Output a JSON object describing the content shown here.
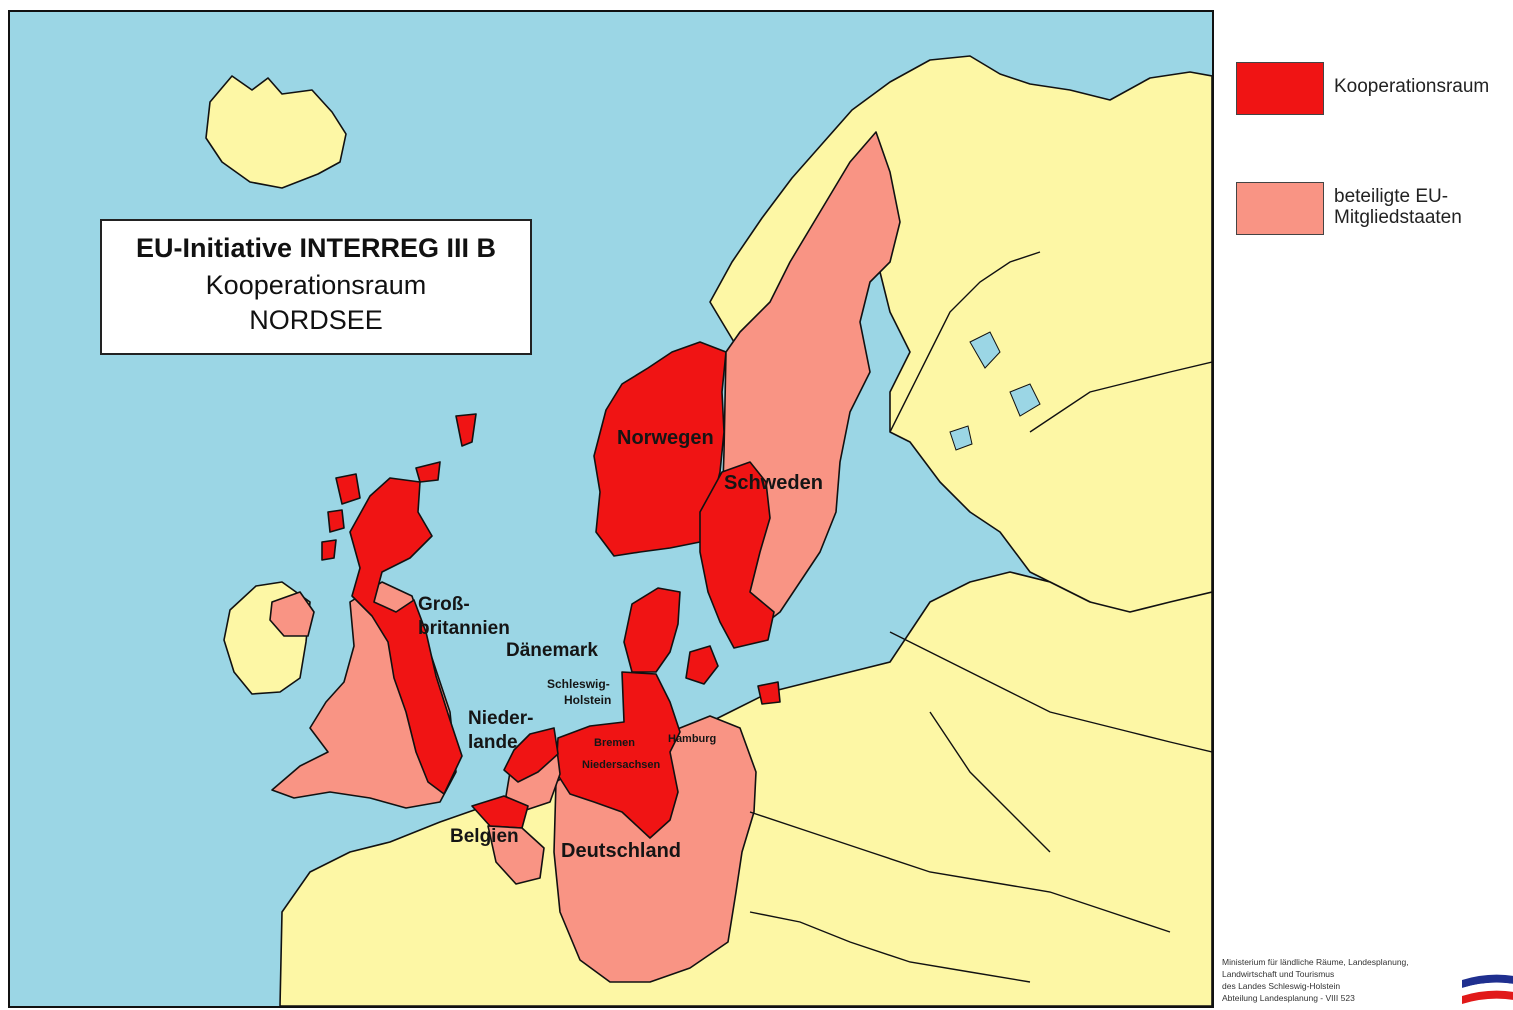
{
  "title_box": {
    "line1": "EU-Initiative INTERREG III B",
    "line2": "Kooperationsraum",
    "line3": "NORDSEE"
  },
  "legend": {
    "items": [
      {
        "label": "Kooperationsraum",
        "color": "#f01414"
      },
      {
        "label": "beteiligte EU-Mitgliedstaaten",
        "color": "#f99484"
      }
    ]
  },
  "colors": {
    "sea": "#9bd6e5",
    "other_land": "#fdf7a5",
    "cooperation_area": "#f01414",
    "member_states": "#f99484"
  },
  "map_labels": {
    "norwegen": "Norwegen",
    "schweden": "Schweden",
    "gross": "Groß-",
    "britannien": "britannien",
    "daenemark": "Dänemark",
    "schleswig": "Schleswig-",
    "holstein": "Holstein",
    "nieder": "Nieder-",
    "lande": "lande",
    "bremen": "Bremen",
    "hamburg": "Hamburg",
    "niedersachsen": "Niedersachsen",
    "belgien": "Belgien",
    "deutschland": "Deutschland"
  },
  "credits": {
    "line1": "Ministerium für ländliche Räume, Landesplanung,",
    "line2": "Landwirtschaft und Tourismus",
    "line3": "des Landes Schleswig-Holstein",
    "line4": "Abteilung Landesplanung - VIII 523"
  }
}
